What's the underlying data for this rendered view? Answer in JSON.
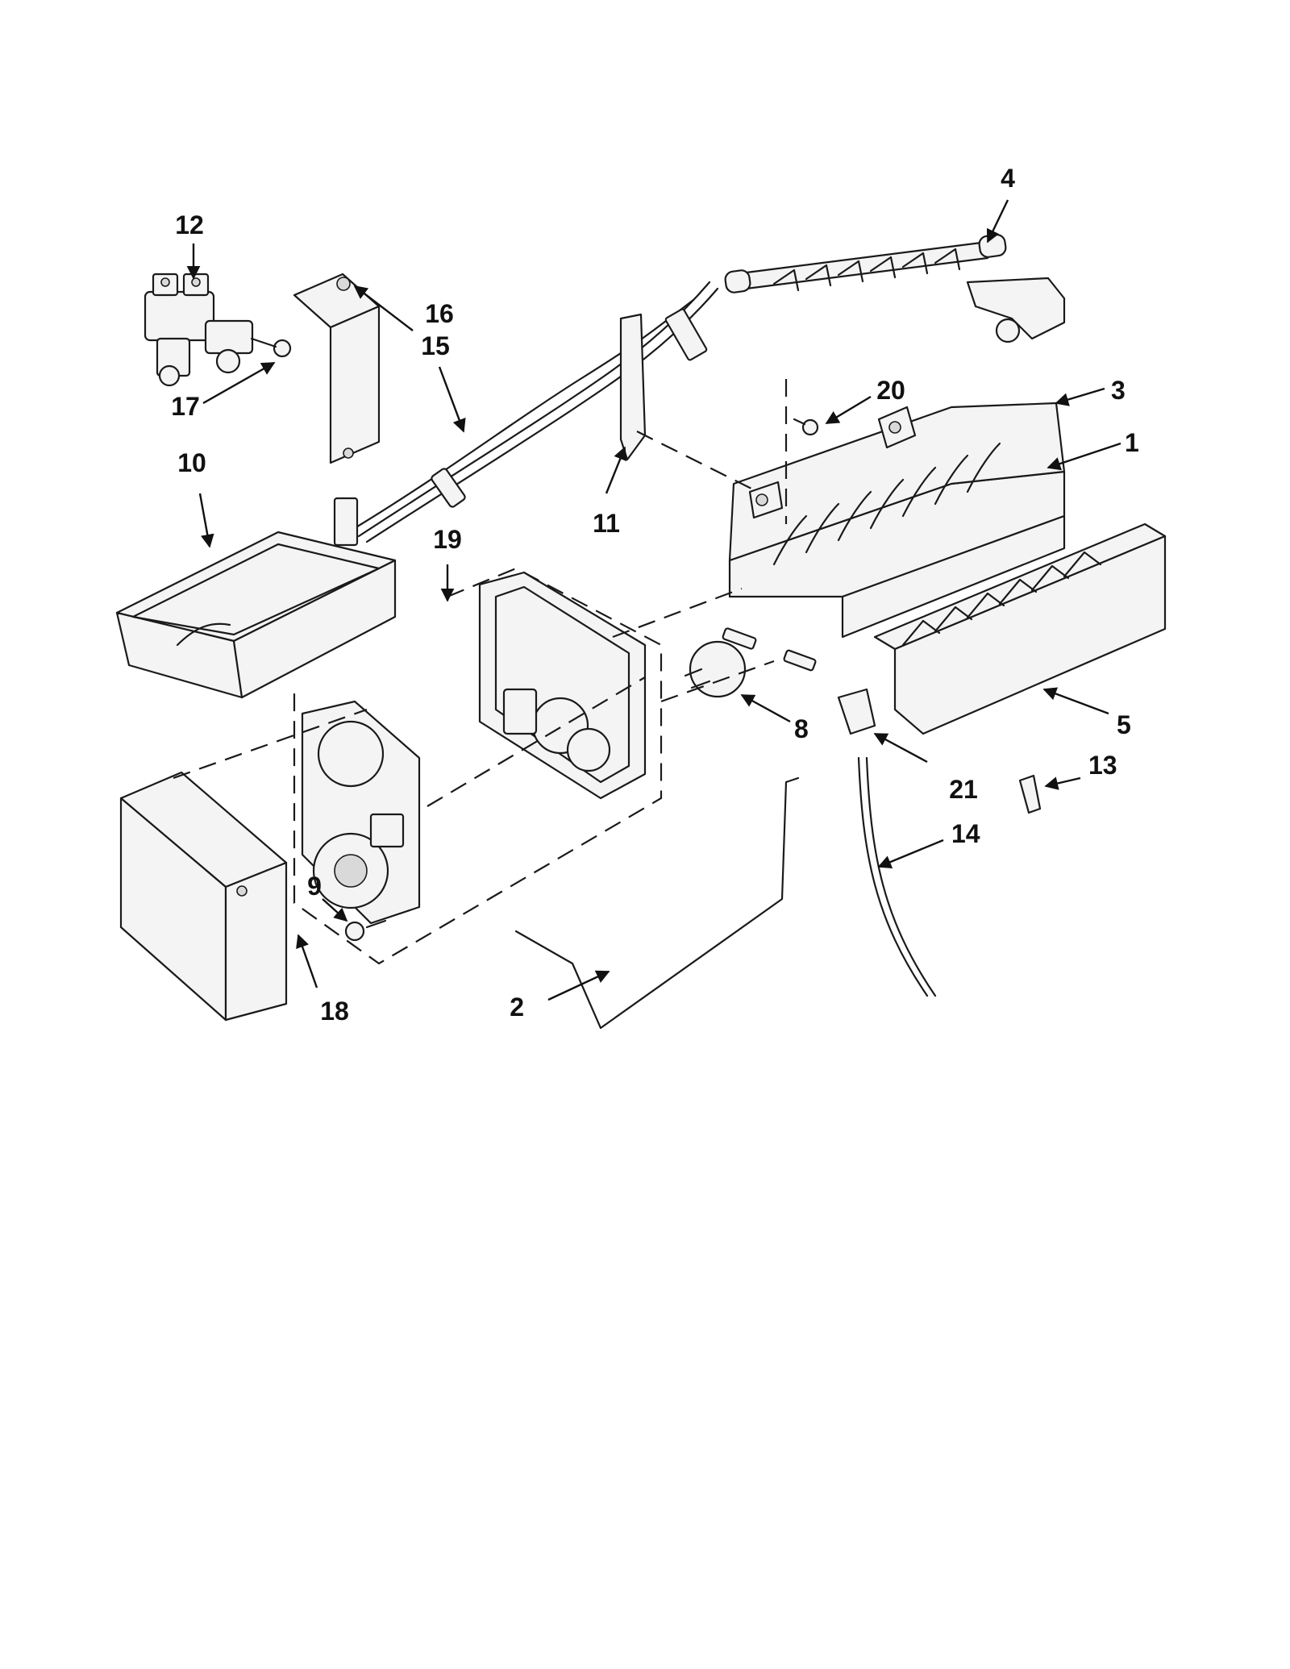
{
  "callouts": {
    "c1": "1",
    "c2": "2",
    "c3": "3",
    "c4": "4",
    "c5": "5",
    "c8": "8",
    "c9": "9",
    "c10": "10",
    "c11": "11",
    "c12": "12",
    "c13": "13",
    "c14": "14",
    "c15": "15",
    "c16": "16",
    "c17": "17",
    "c18": "18",
    "c19": "19",
    "c20": "20",
    "c21": "21"
  }
}
